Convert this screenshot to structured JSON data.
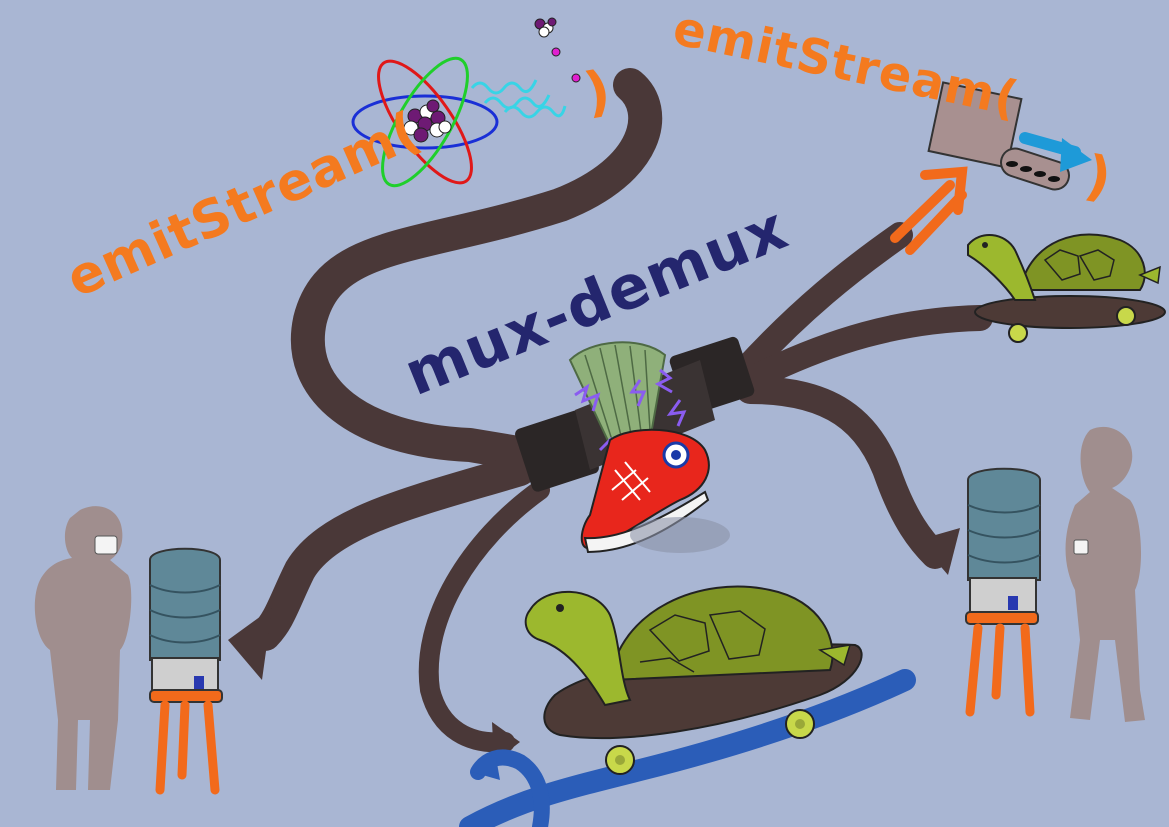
{
  "labels": {
    "emit_left": "emitStream(",
    "emit_left_close": ")",
    "emit_right": "emitStream(",
    "emit_right_close": ")",
    "title": "mux-demux"
  },
  "colors": {
    "background": "#a9b6d3",
    "pipe": "#4a3838",
    "emit_text": "#f47a1f",
    "title_text": "#24266e",
    "water": "#2b5db8",
    "silhouette": "#a08e8e",
    "shoe": "#e8261c",
    "turtle": "#9cb82e",
    "skateboard": "#4d3a36",
    "stool": "#f26a1b",
    "water_jug": "#5f8898"
  }
}
